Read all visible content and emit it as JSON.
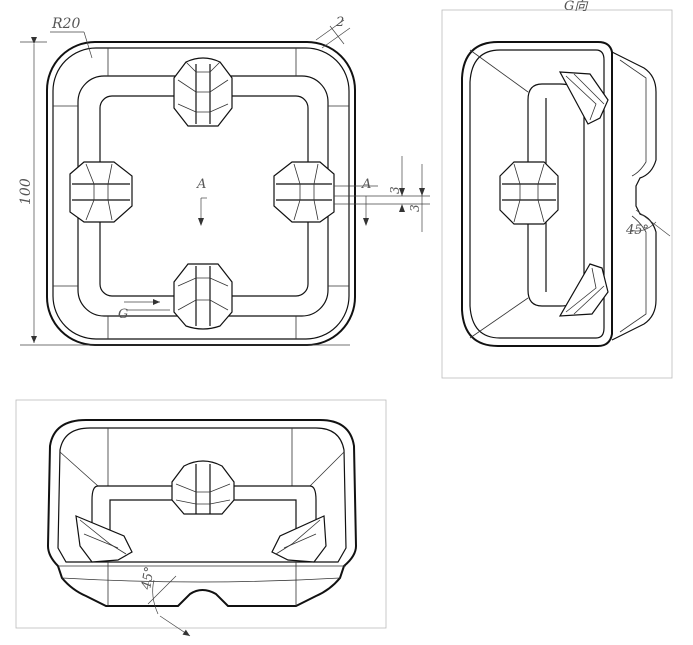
{
  "drawing": {
    "top_view": {
      "radius_label": "R20",
      "wall_label": "2",
      "height_label": "100",
      "section_marker": "A",
      "section_marker_right": "A",
      "dim_3_upper": "3",
      "dim_3_lower": "3",
      "view_arrow_label": "G"
    },
    "side_view": {
      "title": "G向",
      "angle_label": "45°"
    },
    "front_view": {
      "angle_label": "45°"
    }
  }
}
